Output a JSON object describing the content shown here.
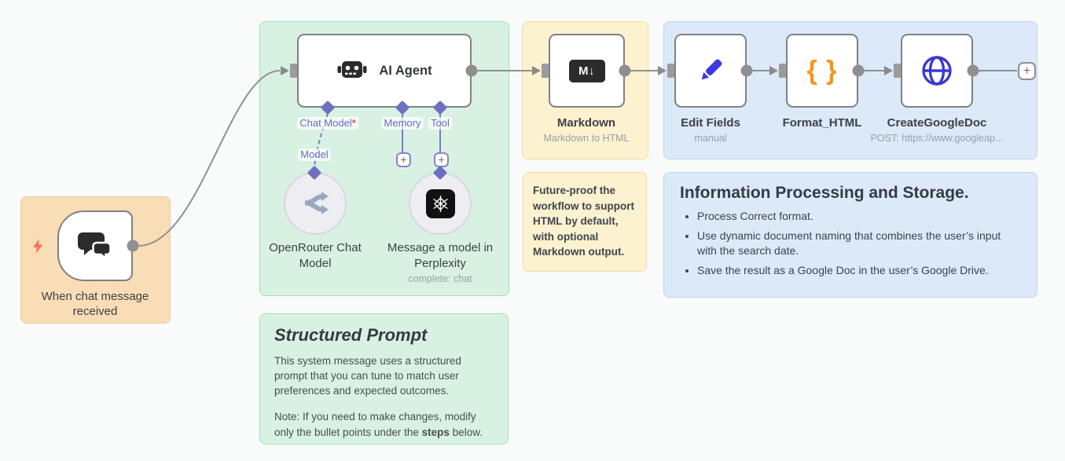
{
  "trigger": {
    "label": "When chat message received"
  },
  "agent": {
    "title": "AI Agent",
    "ports": {
      "chat_model": {
        "label": "Chat Model",
        "required_marker": "*"
      },
      "memory": {
        "label": "Memory"
      },
      "tool": {
        "label": "Tool"
      },
      "model": {
        "label": "Model"
      }
    }
  },
  "openrouter": {
    "label_line1": "OpenRouter Chat",
    "label_line2": "Model"
  },
  "perplexity": {
    "label_line1": "Message a model in",
    "label_line2": "Perplexity",
    "subtitle": "complete: chat"
  },
  "markdown": {
    "label": "Markdown",
    "subtitle": "Markdown to HTML",
    "icon_text": "M↓"
  },
  "edit_fields": {
    "label": "Edit Fields",
    "subtitle": "manual"
  },
  "format_html": {
    "label": "Format_HTML",
    "icon_text": "{ }"
  },
  "google_doc": {
    "label": "CreateGoogleDoc",
    "subtitle": "POST: https://www.googleap..."
  },
  "notes": {
    "yellow": {
      "body": "Future-proof the workflow to support HTML by default, with optional Markdown output."
    },
    "blue": {
      "title": "Information Processing and Storage.",
      "bullets": [
        "Process Correct format.",
        "Use dynamic document naming that combines the user’s input with the search date.",
        "Save the result as a Google Doc in the user’s Google Drive."
      ]
    },
    "green": {
      "title": "Structured Prompt",
      "body": "This system message uses a structured prompt that you can tune to match user preferences and expected outcomes.",
      "note_prefix": "Note: If you need to make changes, modify only the bullet points under the ",
      "note_bold": "steps",
      "note_suffix": " below."
    }
  },
  "ui": {
    "plus": "+"
  },
  "colors": {
    "connector_gray": "#909090",
    "endpoint_purple": "#6f6fc2",
    "sticky_orange": "#f8ddb6",
    "sticky_green": "#d9f1e3",
    "sticky_yellow": "#fdf2cf",
    "sticky_blue": "#dbe9f8",
    "pen_blue": "#3a3ae0",
    "brace_orange": "#f7941d",
    "globe_blue": "#3a3ad0",
    "openrouter_gray_blue": "#97a9c0",
    "lightning_orange": "#ff6e5a"
  }
}
